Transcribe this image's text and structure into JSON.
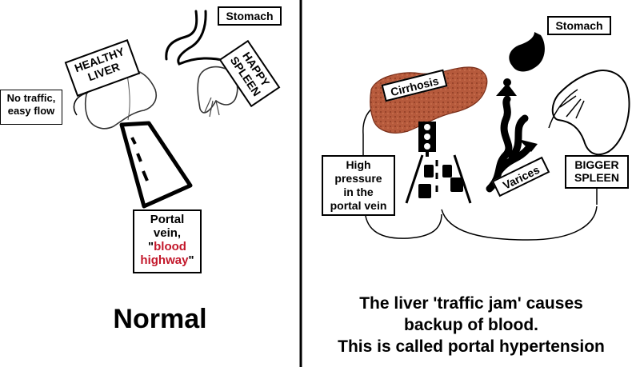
{
  "left": {
    "stomach_label": "Stomach",
    "liver_label_1": "HEALTHY",
    "liver_label_2": "LIVER",
    "spleen_label_1": "HAPPY",
    "spleen_label_2": "SPLEEN",
    "no_traffic_1": "No traffic,",
    "no_traffic_2": "easy flow",
    "portal_1": "Portal",
    "portal_2": "vein,",
    "portal_3_quote": "\"",
    "portal_3_red": "blood",
    "portal_4_red": "highway",
    "portal_4_quote": "\"",
    "title": "Normal"
  },
  "right": {
    "stomach_label": "Stomach",
    "cirrhosis_label": "Cirrhosis",
    "pressure_1": "High",
    "pressure_2": "pressure",
    "pressure_3": "in the",
    "pressure_4": "portal vein",
    "varices_label": "Varices",
    "spleen_1": "BIGGER",
    "spleen_2": "SPLEEN",
    "caption_1": "The liver 'traffic jam' causes",
    "caption_2": "backup of blood.",
    "caption_3": "This is called portal hypertension"
  },
  "colors": {
    "liver": "#b65a3c",
    "highlight": "#c3172a",
    "ink": "#000000"
  }
}
